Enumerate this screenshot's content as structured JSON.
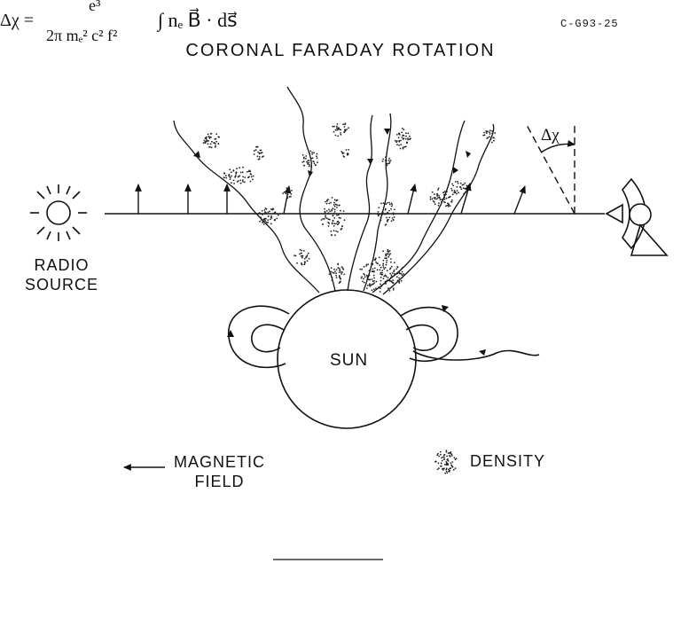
{
  "figure_code": "C-G93-25",
  "title": "CORONAL FARADAY ROTATION",
  "labels": {
    "radio_source": [
      "RADIO",
      "SOURCE"
    ],
    "sun": "SUN",
    "delta_chi": "Δχ"
  },
  "legend": {
    "magnetic_field": [
      "MAGNETIC",
      "FIELD"
    ],
    "density": "DENSITY"
  },
  "formula": {
    "lhs": "Δχ =",
    "numerator": "e³",
    "denominator": "2π mₑ² c² f²",
    "integral": "∫ nₑ B⃗ · ds⃗"
  }
}
